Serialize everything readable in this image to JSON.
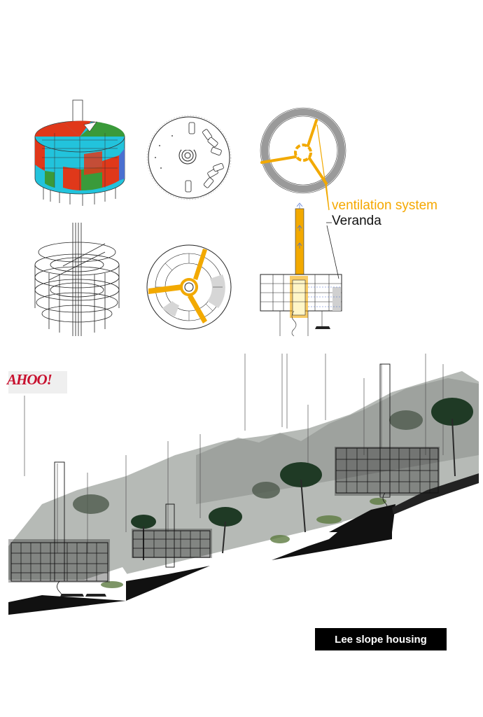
{
  "labels": {
    "ventilation": "ventilation system",
    "veranda": "Veranda"
  },
  "logo": {
    "text": "AHOO!"
  },
  "title": {
    "text": "Lee slope housing"
  },
  "colors": {
    "ventilation": "#f2a900",
    "label_ventilation": "#f5a800",
    "label_veranda": "#111111",
    "logo_red": "#c8102e",
    "title_bg": "#000000",
    "title_text": "#ffffff",
    "diagram_red": "#e0381a",
    "diagram_green": "#3a9a3a",
    "diagram_cyan": "#20c8e0",
    "diagram_blue": "#4a6fd0",
    "slope_dark": "#111111"
  }
}
